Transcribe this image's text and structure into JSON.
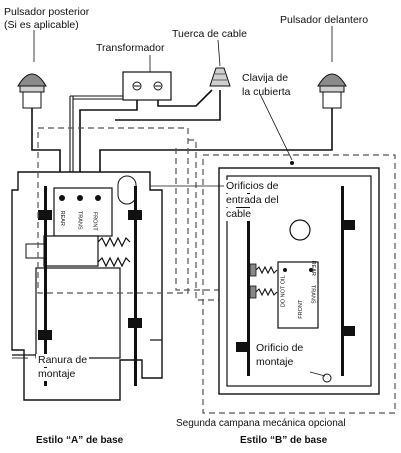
{
  "labels": {
    "rear_button": "Pulsador posterior",
    "rear_button_note": "(Si es aplicable)",
    "front_button": "Pulsador delantero",
    "transformer": "Transformador",
    "wire_nut": "Tuerca de cable",
    "cover_pin_1": "Clavija de",
    "cover_pin_2": "la cubierta",
    "wire_holes_1": "Orificios de",
    "wire_holes_2": "entrada del",
    "wire_holes_3": "cable",
    "mount_slot_1": "Ranura de",
    "mount_slot_2": "montaje",
    "mount_hole_1": "Orificio de",
    "mount_hole_2": "montaje",
    "second_chime": "Segunda campana mecánica opcional",
    "style_a": "Estilo “A” de base",
    "style_b": "Estilo “B” de base"
  },
  "terminals_a": [
    "REAR",
    "TRANS",
    "FRONT"
  ],
  "terminals_b": [
    "DO NOT OIL",
    "FRONT",
    "REAR",
    "TRANS"
  ]
}
